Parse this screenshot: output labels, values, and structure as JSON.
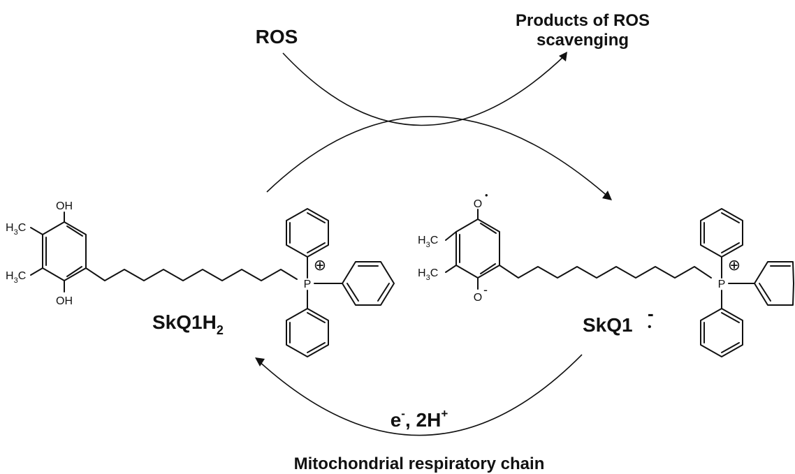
{
  "labels": {
    "ros": "ROS",
    "products_line1": "Products of ROS",
    "products_line2": "scavenging",
    "reduced_name": "SkQ1H",
    "reduced_sub": "2",
    "radical_name": "SkQ1",
    "radical_sup": "-",
    "radical_dot": "•",
    "electron": "e",
    "electron_sup": "-",
    "electron_rest": ", 2H",
    "proton_sup": "+",
    "chain": "Mitochondrial respiratory chain"
  },
  "atoms": {
    "oh": "OH",
    "methyl": "H",
    "methyl_sub": "3",
    "methyl_c": "C",
    "o": "O",
    "o_dot": "•",
    "o_minus": "-",
    "p": "P",
    "plus": "⊕"
  }
}
